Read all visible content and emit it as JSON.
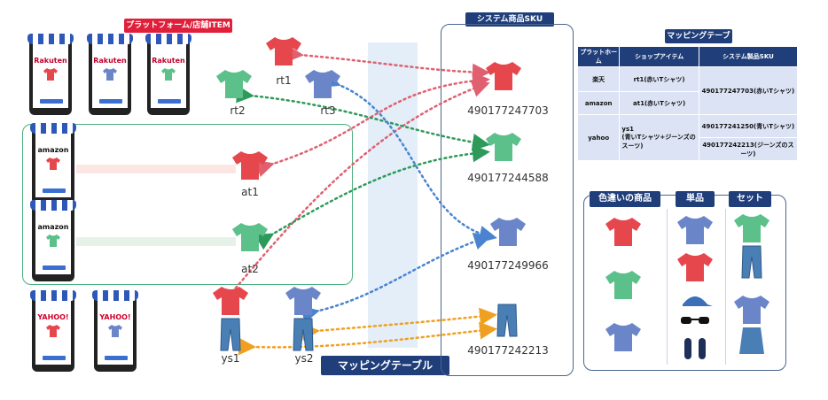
{
  "platform_title": "プラットフォーム/店舗ITEM",
  "sku_title": "システム商品SKU",
  "mapping_title": "マッピングテーブル",
  "mapping_label": "マッピングテーブル",
  "phones": [
    {
      "logo": "Rakuten"
    },
    {
      "logo": "Rakuten"
    },
    {
      "logo": "Rakuten"
    },
    {
      "logo": "amazon"
    },
    {
      "logo": "amazon"
    },
    {
      "logo": "YAHOO!"
    },
    {
      "logo": "YAHOO!"
    }
  ],
  "items": {
    "rt1": "rt1",
    "rt2": "rt2",
    "rt3": "rt3",
    "at1": "at1",
    "at2": "at2",
    "ys1": "ys1",
    "ys2": "ys2"
  },
  "skus": [
    "490177247703",
    "490177244588",
    "490177249966",
    "490177242213"
  ],
  "table": {
    "headers": [
      "プラットホーム",
      "ショップアイテム",
      "システム製品SKU"
    ],
    "rows": [
      {
        "platform": "楽天",
        "item": "rt1(赤いTシャツ)",
        "sku": "490177247703(赤いTシャツ)"
      },
      {
        "platform": "amazon",
        "item": "at1(赤いTシャツ)",
        "sku": ""
      },
      {
        "platform": "yahoo",
        "item": "ys1\n(青いTシャツ+ジーンズのスーツ)",
        "sku": "490177241250(青いTシャツ)"
      },
      {
        "platform": "",
        "item": "",
        "sku": "490177242213(ジーンズのスーツ)"
      }
    ]
  },
  "legend": {
    "colors": "色違いの商品",
    "single": "単品",
    "set": "セット"
  },
  "colors": {
    "red": "#e5474d",
    "green": "#5cc08a",
    "blue": "#6a86c9",
    "navy": "#1f3e7a",
    "redline": "#e06070",
    "greenline": "#2e9a5a",
    "blueline": "#4a84d0",
    "orangeline": "#f0a020"
  }
}
